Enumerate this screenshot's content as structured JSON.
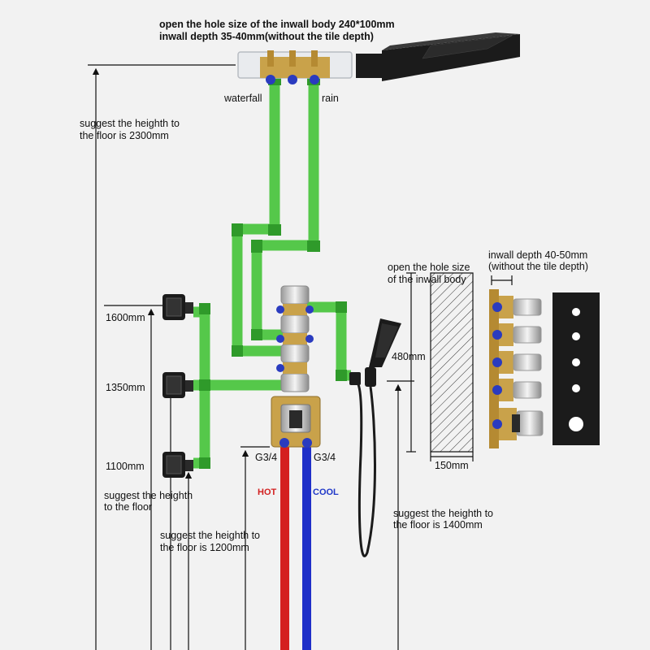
{
  "labels": {
    "top_note_line1": "open the hole size of the inwall body 240*100mm",
    "top_note_line2": "inwall depth 35-40mm(without the tile depth)",
    "waterfall": "waterfall",
    "rain": "rain",
    "height_2300_line1": "suggest the heighth to",
    "height_2300_line2": "the floor is 2300mm",
    "side_depth_line1": "inwall depth 40-50mm",
    "side_depth_line2": "(without the tile depth)",
    "side_hole_line1": "open the hole size",
    "side_hole_line2": "of the inwall body",
    "h_480": "480mm",
    "w_150": "150mm",
    "jet_1600": "1600mm",
    "jet_1350": "1350mm",
    "jet_1100": "1100mm",
    "jets_floor_line1": "suggest the heighth",
    "jets_floor_line2": "to the floor",
    "inlet_left": "G3/4",
    "inlet_right": "G3/4",
    "hot": "HOT",
    "cool": "COOL",
    "valve_floor_line1": "suggest the heighth to",
    "valve_floor_line2": "the floor is 1200mm",
    "hand_floor_line1": "suggest the heighth to",
    "hand_floor_line2": "the floor is 1400mm"
  },
  "colors": {
    "pipe_green": "#55c84a",
    "pipe_dark": "#2f9a2a",
    "hot_pipe": "#d42020",
    "cool_pipe": "#1f2fc8",
    "matte_black": "#1b1b1b",
    "brass": "#c9a24a",
    "chrome": "#d7d7d7"
  }
}
